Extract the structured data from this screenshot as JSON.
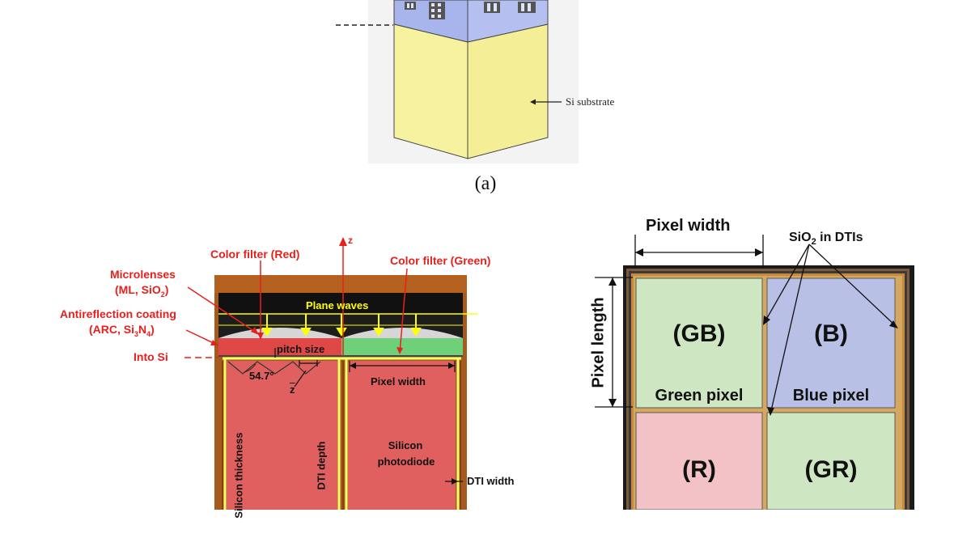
{
  "panel_a": {
    "si_substrate_label": "Si substrate",
    "caption": "(a)",
    "colors": {
      "wiring": "#a8b4ec",
      "substrate": "#f7f2a0"
    }
  },
  "panel_b": {
    "labels": {
      "color_filter_red": "Color filter (Red)",
      "color_filter_green": "Color filter (Green)",
      "microlenses_l1": "Microlenses",
      "microlenses_l2_pre": "(ML, SiO",
      "microlenses_l2_sub": "2",
      "microlenses_l2_post": ")",
      "arc_l1": "Antireflection coating",
      "arc_l2_pre": "(ARC, Si",
      "arc_l2_sub1": "3",
      "arc_l2_mid": "N",
      "arc_l2_sub2": "4",
      "arc_l2_post": ")",
      "into_si": "Into Si",
      "z_axis": "z",
      "plane_waves": "Plane waves",
      "pitch_size": "pitch size",
      "angle": "54.7°",
      "z_bar": "z",
      "pixel_width": "Pixel width",
      "silicon_photodiode_l1": "Silicon",
      "silicon_photodiode_l2": "photodiode",
      "dti_width": "DTI width",
      "silicon_thickness": "Silicon thickness",
      "dti_depth": "DTI depth"
    },
    "colors": {
      "annotation": "#e8201c",
      "silicon": "#e06060",
      "green_filter": "#6fd07a",
      "top_layer": "#a65a1e",
      "dti": "#ffff66"
    }
  },
  "panel_c": {
    "labels": {
      "pixel_width": "Pixel width",
      "sio2_pre": "SiO",
      "sio2_sub": "2",
      "sio2_post": " in DTIs",
      "pixel_length": "Pixel length",
      "gb": "(GB)",
      "b": "(B)",
      "r": "(R)",
      "gr": "(GR)",
      "green_pixel": "Green pixel",
      "blue_pixel": "Blue pixel"
    },
    "colors": {
      "green": "#cfe6c2",
      "blue": "#b9c0e6",
      "red": "#f2c2c6",
      "frame": "#1a1a1a"
    }
  }
}
